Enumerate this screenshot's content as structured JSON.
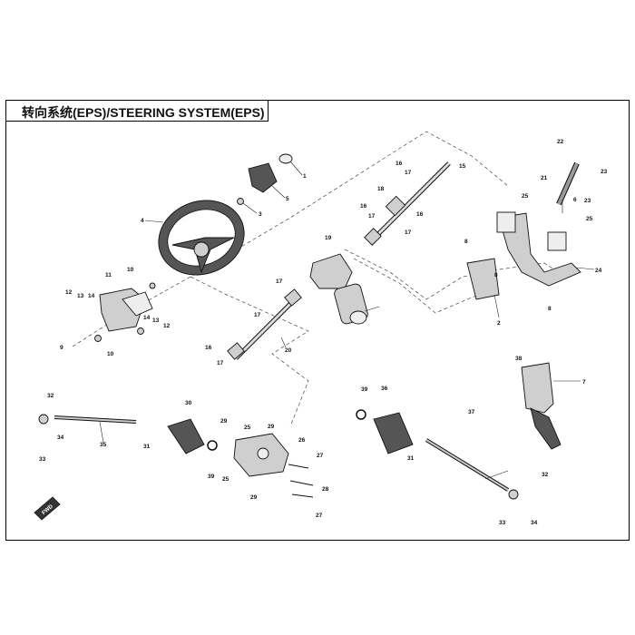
{
  "header": {
    "title": "转向系统(EPS)/STEERING SYSTEM(EPS)"
  },
  "fwd_marker": "FWD",
  "callouts": [
    {
      "id": "c1",
      "label": "1"
    },
    {
      "id": "c2",
      "label": "2"
    },
    {
      "id": "c3",
      "label": "3"
    },
    {
      "id": "c4",
      "label": "4"
    },
    {
      "id": "c5",
      "label": "5"
    },
    {
      "id": "c6",
      "label": "6"
    },
    {
      "id": "c7",
      "label": "7"
    },
    {
      "id": "c8a",
      "label": "8"
    },
    {
      "id": "c8b",
      "label": "8"
    },
    {
      "id": "c8c",
      "label": "8"
    },
    {
      "id": "c9",
      "label": "9"
    },
    {
      "id": "c10a",
      "label": "10"
    },
    {
      "id": "c10b",
      "label": "10"
    },
    {
      "id": "c11",
      "label": "11"
    },
    {
      "id": "c12a",
      "label": "12"
    },
    {
      "id": "c12b",
      "label": "12"
    },
    {
      "id": "c13a",
      "label": "13"
    },
    {
      "id": "c13b",
      "label": "13"
    },
    {
      "id": "c14a",
      "label": "14"
    },
    {
      "id": "c14b",
      "label": "14"
    },
    {
      "id": "c15",
      "label": "15"
    },
    {
      "id": "c16a",
      "label": "16"
    },
    {
      "id": "c16b",
      "label": "16"
    },
    {
      "id": "c16c",
      "label": "16"
    },
    {
      "id": "c16d",
      "label": "16"
    },
    {
      "id": "c17a",
      "label": "17"
    },
    {
      "id": "c17b",
      "label": "17"
    },
    {
      "id": "c17c",
      "label": "17"
    },
    {
      "id": "c17d",
      "label": "17"
    },
    {
      "id": "c17e",
      "label": "17"
    },
    {
      "id": "c17f",
      "label": "17"
    },
    {
      "id": "c18",
      "label": "18"
    },
    {
      "id": "c19",
      "label": "19"
    },
    {
      "id": "c20",
      "label": "20"
    },
    {
      "id": "c21",
      "label": "21"
    },
    {
      "id": "c22",
      "label": "22"
    },
    {
      "id": "c23a",
      "label": "23"
    },
    {
      "id": "c23b",
      "label": "23"
    },
    {
      "id": "c24",
      "label": "24"
    },
    {
      "id": "c25a",
      "label": "25"
    },
    {
      "id": "c25b",
      "label": "25"
    },
    {
      "id": "c25c",
      "label": "25"
    },
    {
      "id": "c25d",
      "label": "25"
    },
    {
      "id": "c26",
      "label": "26"
    },
    {
      "id": "c27a",
      "label": "27"
    },
    {
      "id": "c27b",
      "label": "27"
    },
    {
      "id": "c28",
      "label": "28"
    },
    {
      "id": "c29a",
      "label": "29"
    },
    {
      "id": "c29b",
      "label": "29"
    },
    {
      "id": "c29c",
      "label": "29"
    },
    {
      "id": "c30",
      "label": "30"
    },
    {
      "id": "c31a",
      "label": "31"
    },
    {
      "id": "c31b",
      "label": "31"
    },
    {
      "id": "c32a",
      "label": "32"
    },
    {
      "id": "c32b",
      "label": "32"
    },
    {
      "id": "c33a",
      "label": "33"
    },
    {
      "id": "c33b",
      "label": "33"
    },
    {
      "id": "c34a",
      "label": "34"
    },
    {
      "id": "c34b",
      "label": "34"
    },
    {
      "id": "c35",
      "label": "35"
    },
    {
      "id": "c36",
      "label": "36"
    },
    {
      "id": "c37",
      "label": "37"
    },
    {
      "id": "c38",
      "label": "38"
    },
    {
      "id": "c39a",
      "label": "39"
    },
    {
      "id": "c39b",
      "label": "39"
    }
  ]
}
